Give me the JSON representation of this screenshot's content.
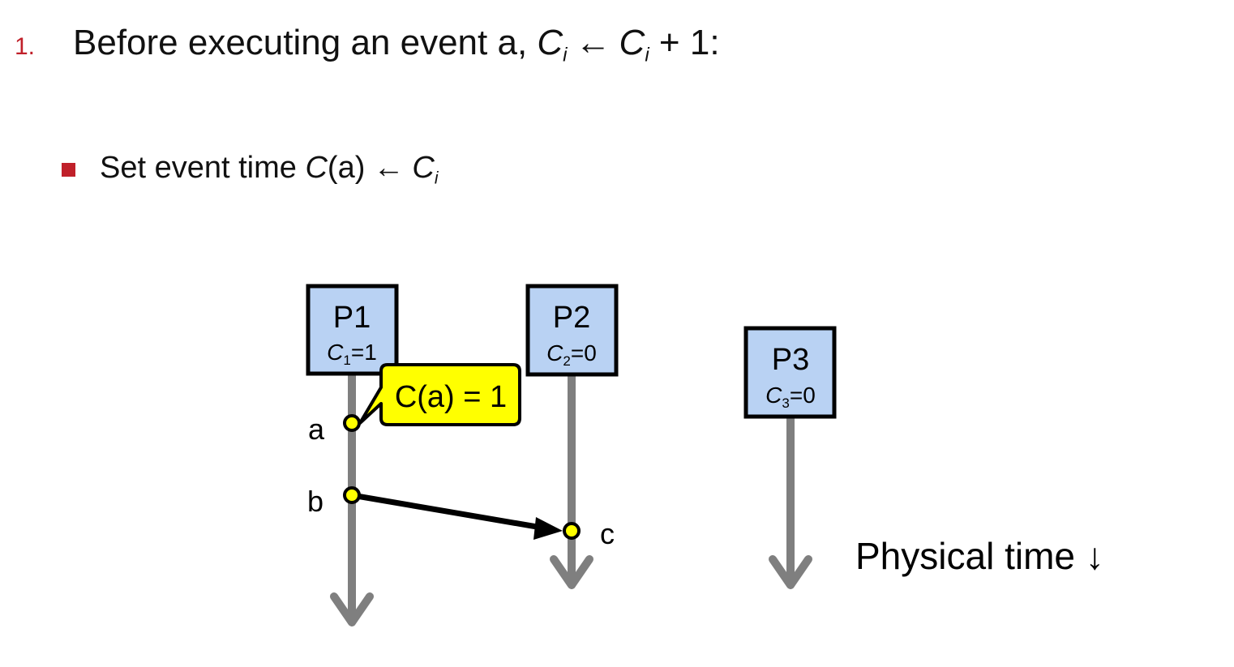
{
  "step": {
    "number": "1.",
    "text_before": "Before executing an event a, ",
    "clock_var": "C",
    "clock_sub": "i",
    "arrow": "←",
    "text_after": " + 1:"
  },
  "bullet": {
    "text_before": "Set event time ",
    "event_fn": "C",
    "event_arg": "(a)",
    "arrow": "←",
    "clock_var": "C",
    "clock_sub": "i"
  },
  "processes": [
    {
      "name": "P1",
      "clock_var": "C",
      "clock_sub": "1",
      "clock_value": "=1"
    },
    {
      "name": "P2",
      "clock_var": "C",
      "clock_sub": "2",
      "clock_value": "=0"
    },
    {
      "name": "P3",
      "clock_var": "C",
      "clock_sub": "3",
      "clock_value": "=0"
    }
  ],
  "events": [
    {
      "label": "a",
      "process": "P1"
    },
    {
      "label": "b",
      "process": "P1"
    },
    {
      "label": "c",
      "process": "P2"
    }
  ],
  "message": {
    "from": "b",
    "to": "c"
  },
  "callout": {
    "text": "C(a) = 1",
    "target": "a"
  },
  "time_axis_label": "Physical time ↓",
  "colors": {
    "accent_red": "#c0202a",
    "process_box_fill": "#b9d2f3",
    "timeline_gray": "#7f7f7f",
    "event_fill": "#ffff00",
    "callout_fill": "#ffff00"
  }
}
